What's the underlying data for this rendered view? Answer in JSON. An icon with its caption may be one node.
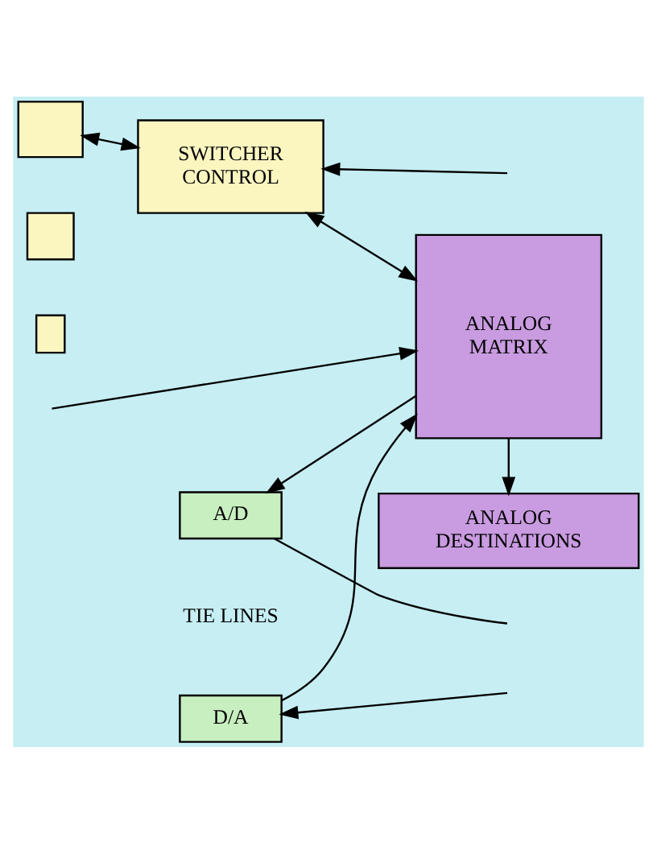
{
  "diagram": {
    "nodes": [
      {
        "text": [],
        "shape": "box"
      },
      {
        "text": [],
        "shape": "box"
      },
      {
        "text": [],
        "shape": "box"
      },
      {
        "text": [
          "SWITCHER CONTROL"
        ]
      },
      {
        "text": [
          "ANALOG MATRIX"
        ]
      },
      {
        "text": [
          "A/D"
        ]
      },
      {
        "text": [
          "D/A"
        ]
      },
      {
        "text": [
          "ANALOG DESTINATIONS"
        ]
      }
    ],
    "edges": [
      {
        "from": 0,
        "to": 3,
        "arrow": "both"
      },
      {
        "from": 3,
        "to": 4,
        "arrow": "both"
      },
      {
        "from": null,
        "to": 3,
        "arrow": "to"
      },
      {
        "from": 4,
        "to": 5,
        "arrow": "to"
      },
      {
        "from": 5,
        "to": null,
        "arrow": "none"
      },
      {
        "from": null,
        "to": 6,
        "arrow": "to"
      },
      {
        "from": 6,
        "to": 4,
        "arrow": "to"
      },
      {
        "from": null,
        "to": 4,
        "arrow": "to"
      },
      {
        "from": 4,
        "to": 7,
        "arrow": "to"
      }
    ],
    "labels": [
      "TIE LINES"
    ]
  }
}
